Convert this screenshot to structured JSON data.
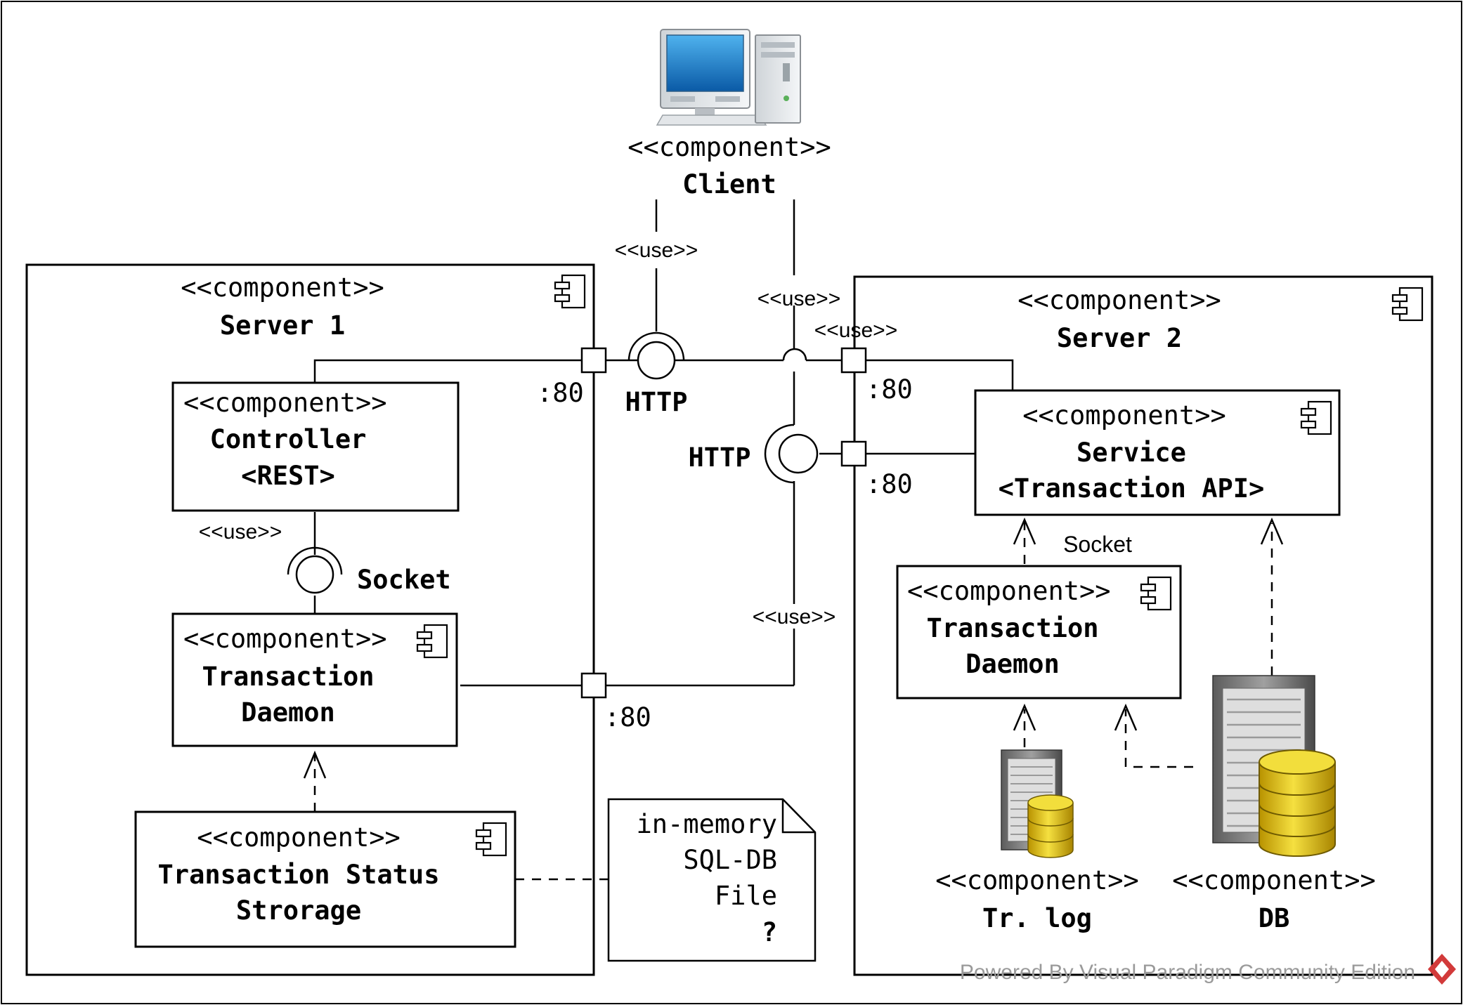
{
  "stereotype": "<<component>>",
  "use_label": "<<use>>",
  "client": {
    "name": "Client"
  },
  "server1": {
    "name": "Server 1",
    "controller": {
      "line1": "Controller",
      "line2": "<REST>"
    },
    "daemon": {
      "line1": "Transaction",
      "line2": "Daemon"
    },
    "storage": {
      "line1": "Transaction Status",
      "line2": "Strorage"
    },
    "socket_label": "Socket"
  },
  "server2": {
    "name": "Server 2",
    "service": {
      "line1": "Service",
      "line2": "<Transaction API>"
    },
    "daemon": {
      "line1": "Transaction",
      "line2": "Daemon"
    },
    "trlog": {
      "name": "Tr. log"
    },
    "db": {
      "name": "DB"
    },
    "socket_label": "Socket"
  },
  "ports": {
    "p80": ":80"
  },
  "interfaces": {
    "http": "HTTP"
  },
  "note": {
    "line1": "in-memory",
    "line2": "SQL-DB",
    "line3": "File",
    "line4": "?"
  },
  "watermark": "Powered By  Visual Paradigm Community Edition"
}
